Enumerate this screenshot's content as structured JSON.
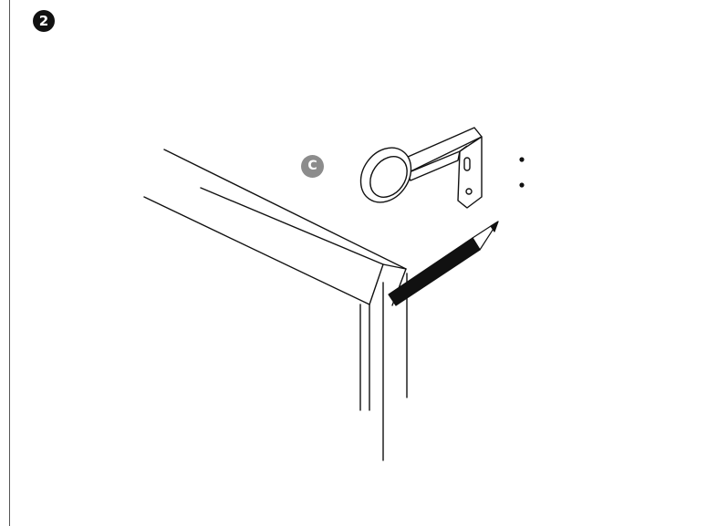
{
  "step": {
    "number": "2"
  },
  "part": {
    "label": "C"
  },
  "colors": {
    "line": "#111111",
    "step_badge": "#111111",
    "part_badge": "#8c8c8c",
    "background": "#ffffff"
  },
  "icons": {
    "bracket": "curtain-rod-bracket-icon",
    "pencil": "pencil-icon",
    "marks": "pencil-mark-dots"
  }
}
